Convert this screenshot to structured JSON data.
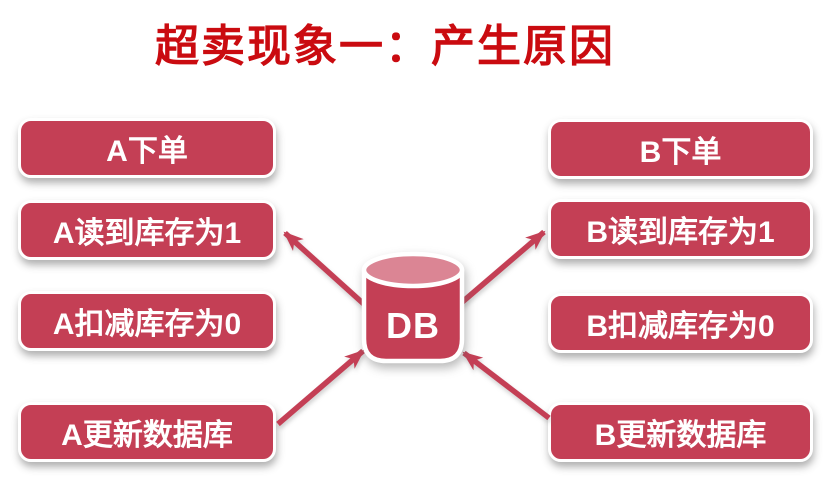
{
  "title": {
    "text": "超卖现象一：产生原因"
  },
  "colors": {
    "title_red": "#CA0B10",
    "shape_red": "#C43F55",
    "cylinder_top": "#DB8594",
    "box_text": "#FFFFFF"
  },
  "left_flow": {
    "steps": [
      "A下单",
      "A读到库存为1",
      "A扣减库存为0",
      "A更新数据库"
    ]
  },
  "right_flow": {
    "steps": [
      "B下单",
      "B读到库存为1",
      "B扣减库存为0",
      "B更新数据库"
    ]
  },
  "database": {
    "label": "DB"
  },
  "arrows": [
    {
      "from": "DB",
      "to": "A读到库存为1"
    },
    {
      "from": "DB",
      "to": "B读到库存为1"
    },
    {
      "from": "A更新数据库",
      "to": "DB"
    },
    {
      "from": "B更新数据库",
      "to": "DB"
    }
  ]
}
